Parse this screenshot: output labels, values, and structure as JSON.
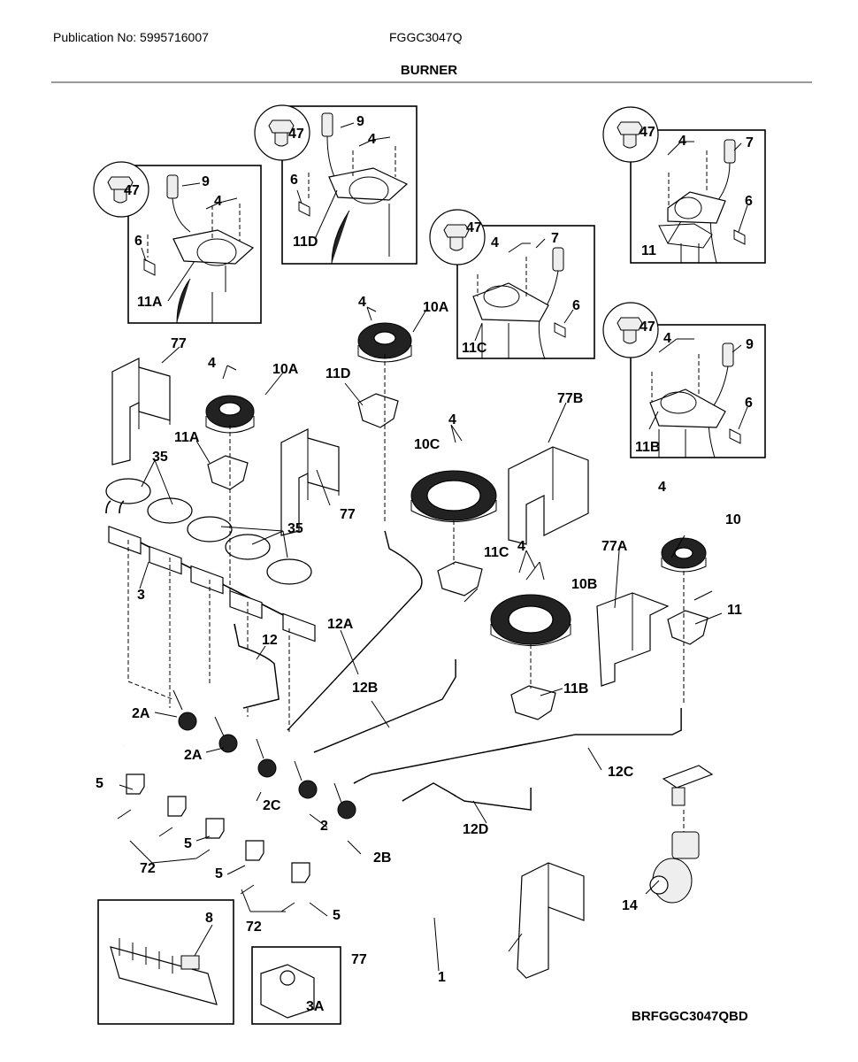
{
  "header": {
    "publication": "Publication No: 5995716007",
    "model": "FGGC3047Q",
    "title": "BURNER"
  },
  "diagram_code": "BRFGGC3047QBD",
  "callouts": [
    {
      "id": "c1",
      "text": "47"
    },
    {
      "id": "c2",
      "text": "9"
    },
    {
      "id": "c3",
      "text": "4"
    },
    {
      "id": "c4",
      "text": "6"
    },
    {
      "id": "c5",
      "text": "11A"
    },
    {
      "id": "c6",
      "text": "47"
    },
    {
      "id": "c7",
      "text": "9"
    },
    {
      "id": "c8",
      "text": "4"
    },
    {
      "id": "c9",
      "text": "6"
    },
    {
      "id": "c10",
      "text": "11D"
    },
    {
      "id": "c11",
      "text": "47"
    },
    {
      "id": "c12",
      "text": "4"
    },
    {
      "id": "c13",
      "text": "7"
    },
    {
      "id": "c14",
      "text": "6"
    },
    {
      "id": "c15",
      "text": "11C"
    },
    {
      "id": "c16",
      "text": "47"
    },
    {
      "id": "c17",
      "text": "4"
    },
    {
      "id": "c18",
      "text": "7"
    },
    {
      "id": "c19",
      "text": "6"
    },
    {
      "id": "c20",
      "text": "11"
    },
    {
      "id": "c21",
      "text": "47"
    },
    {
      "id": "c22",
      "text": "4"
    },
    {
      "id": "c23",
      "text": "9"
    },
    {
      "id": "c24",
      "text": "6"
    },
    {
      "id": "c25",
      "text": "11B"
    },
    {
      "id": "c26",
      "text": "77"
    },
    {
      "id": "c27",
      "text": "4"
    },
    {
      "id": "c28",
      "text": "10A"
    },
    {
      "id": "c29",
      "text": "11A"
    },
    {
      "id": "c30",
      "text": "4"
    },
    {
      "id": "c31",
      "text": "10A"
    },
    {
      "id": "c32",
      "text": "11D"
    },
    {
      "id": "c33",
      "text": "35"
    },
    {
      "id": "c34",
      "text": "77"
    },
    {
      "id": "c35",
      "text": "35"
    },
    {
      "id": "c36",
      "text": "3"
    },
    {
      "id": "c37",
      "text": "77B"
    },
    {
      "id": "c38",
      "text": "4"
    },
    {
      "id": "c39",
      "text": "10C"
    },
    {
      "id": "c40",
      "text": "4"
    },
    {
      "id": "c41",
      "text": "10"
    },
    {
      "id": "c42",
      "text": "77A"
    },
    {
      "id": "c43",
      "text": "11C"
    },
    {
      "id": "c44",
      "text": "4"
    },
    {
      "id": "c45",
      "text": "10B"
    },
    {
      "id": "c46",
      "text": "11"
    },
    {
      "id": "c47",
      "text": "12"
    },
    {
      "id": "c48",
      "text": "12A"
    },
    {
      "id": "c49",
      "text": "12B"
    },
    {
      "id": "c50",
      "text": "11B"
    },
    {
      "id": "c51",
      "text": "2A"
    },
    {
      "id": "c52",
      "text": "2A"
    },
    {
      "id": "c53",
      "text": "12C"
    },
    {
      "id": "c54",
      "text": "5"
    },
    {
      "id": "c55",
      "text": "2C"
    },
    {
      "id": "c56",
      "text": "2"
    },
    {
      "id": "c57",
      "text": "12D"
    },
    {
      "id": "c58",
      "text": "2B"
    },
    {
      "id": "c59",
      "text": "5"
    },
    {
      "id": "c60",
      "text": "72"
    },
    {
      "id": "c61",
      "text": "5"
    },
    {
      "id": "c62",
      "text": "14"
    },
    {
      "id": "c63",
      "text": "72"
    },
    {
      "id": "c64",
      "text": "5"
    },
    {
      "id": "c65",
      "text": "8"
    },
    {
      "id": "c66",
      "text": "77"
    },
    {
      "id": "c67",
      "text": "1"
    },
    {
      "id": "c68",
      "text": "3A"
    }
  ]
}
